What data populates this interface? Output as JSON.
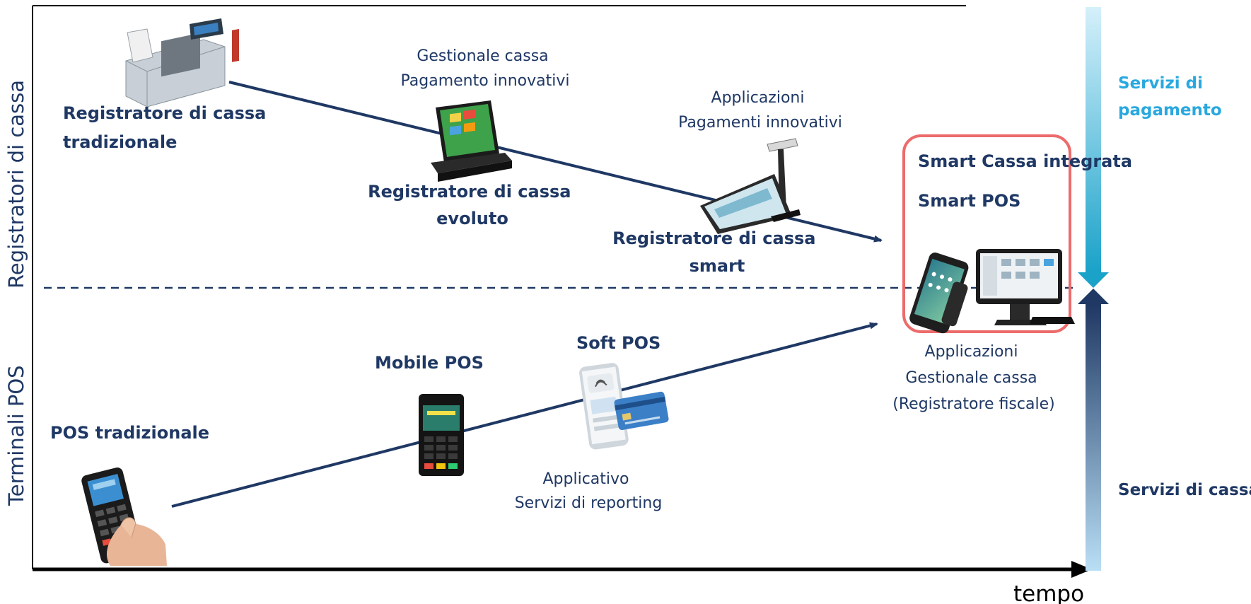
{
  "axes": {
    "y_top": "Registratori di cassa",
    "y_bottom": "Terminali POS",
    "x": "tempo"
  },
  "side_labels": {
    "top": [
      "Servizi di",
      "pagamento"
    ],
    "bottom": "Servizi di cassa"
  },
  "cash_registers": {
    "traditional": [
      "Registratore di cassa",
      "tradizionale"
    ],
    "evolved_caption": [
      "Gestionale cassa",
      "Pagamento innovativi"
    ],
    "evolved": [
      "Registratore di cassa",
      "evoluto"
    ],
    "smart_caption": [
      "Applicazioni",
      "Pagamenti innovativi"
    ],
    "smart": [
      "Registratore di cassa",
      "smart"
    ]
  },
  "pos": {
    "traditional": "POS tradizionale",
    "mobile": "Mobile POS",
    "soft": "Soft POS",
    "soft_caption": [
      "Applicativo",
      "Servizi di reporting"
    ]
  },
  "integrated": {
    "line1": "Smart Cassa integrata",
    "line2": "Smart POS",
    "caption": [
      "Applicazioni",
      "Gestionale cassa",
      "(Registratore fiscale)"
    ]
  },
  "colors": {
    "navy": "#1f3864",
    "light_blue": "#29a8df",
    "highlight_border": "#ec6b6b"
  },
  "icons": [
    "cash-register-icon",
    "touch-pos-terminal-icon",
    "tablet-pos-icon",
    "smart-pos-devices-icon",
    "card-pos-terminal-icon",
    "mobile-pos-icon",
    "soft-pos-phone-icon"
  ]
}
